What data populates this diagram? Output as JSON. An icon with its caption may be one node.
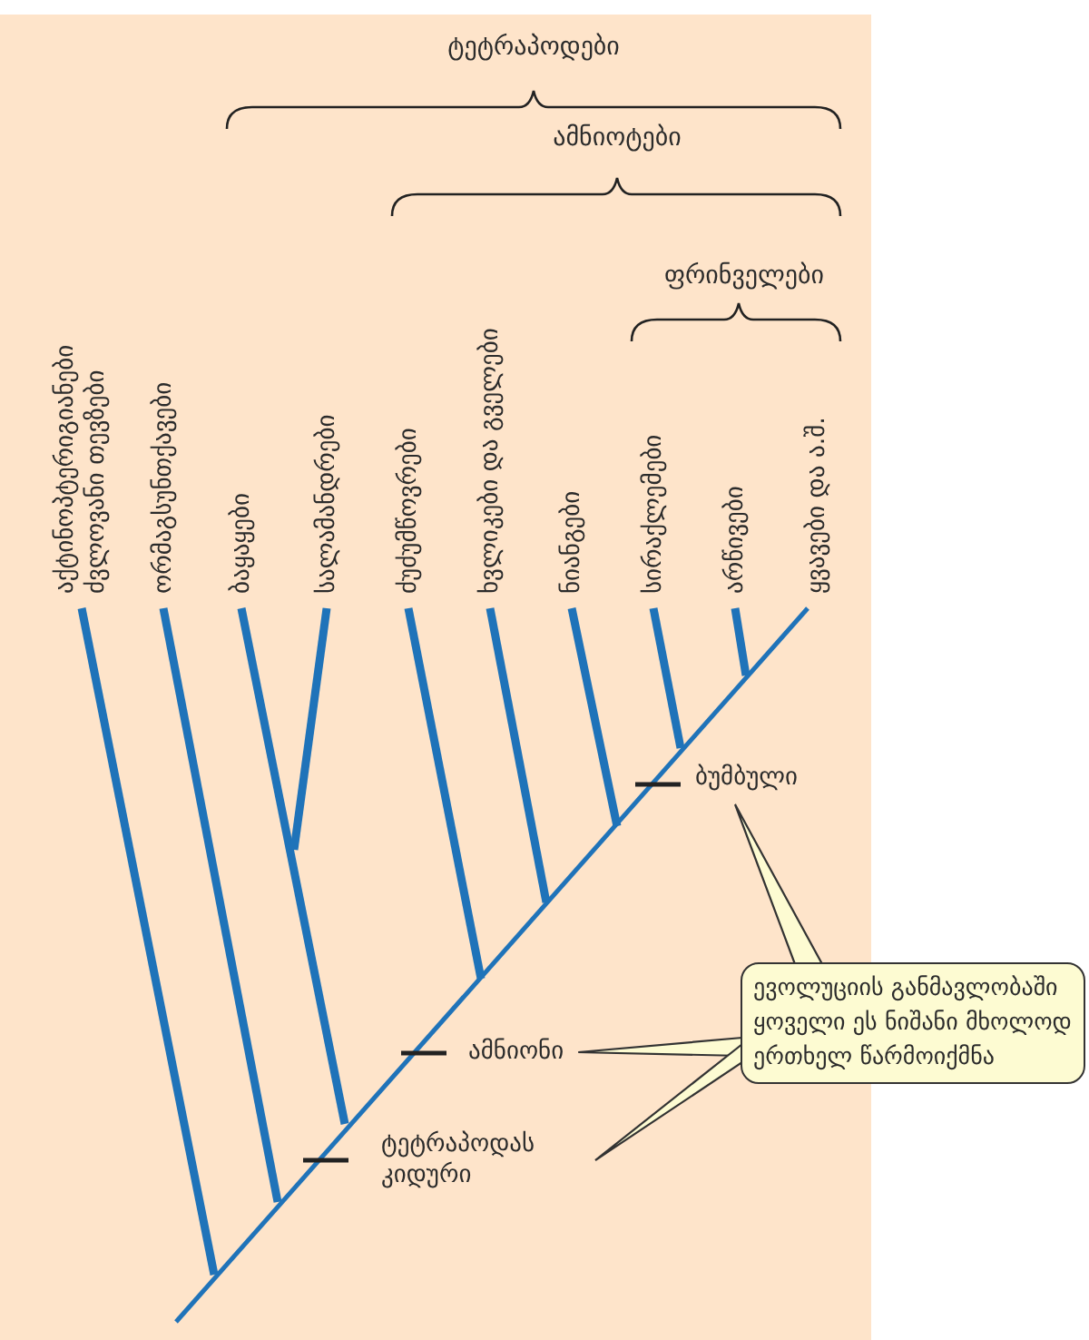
{
  "diagram": {
    "nodes": [
      {
        "text": [
          "ევოლუციის განმავლობაში ყოველი ეს ნიშანი მხოლოდ ერთხელ წარმოიქმნა"
        ]
      },
      {
        "text": [
          "ბუმბული"
        ]
      },
      {
        "text": [
          "ამნიონი"
        ]
      },
      {
        "text": [
          "ტეტრაპოდას კიდური"
        ]
      }
    ],
    "edges": [
      {
        "from": 0,
        "to": 1,
        "arrow": "none"
      },
      {
        "from": 0,
        "to": 2,
        "arrow": "none"
      },
      {
        "from": 0,
        "to": 3,
        "arrow": "none"
      }
    ],
    "labels": [
      "ტეტრაპოდები",
      "ამნიოტები",
      "ფრინველები",
      "აქტინოპტერიგიანები ძვლოვანი თევზები",
      "ორმაგსუნთქავები",
      "ბაყაყები",
      "სალამანდრები",
      "ძუძუმწოვრები",
      "ხვლიკები და გველები",
      "ნიანგები",
      "სირაქლემები",
      "არწივები",
      "ყვავები და ა.შ."
    ]
  }
}
